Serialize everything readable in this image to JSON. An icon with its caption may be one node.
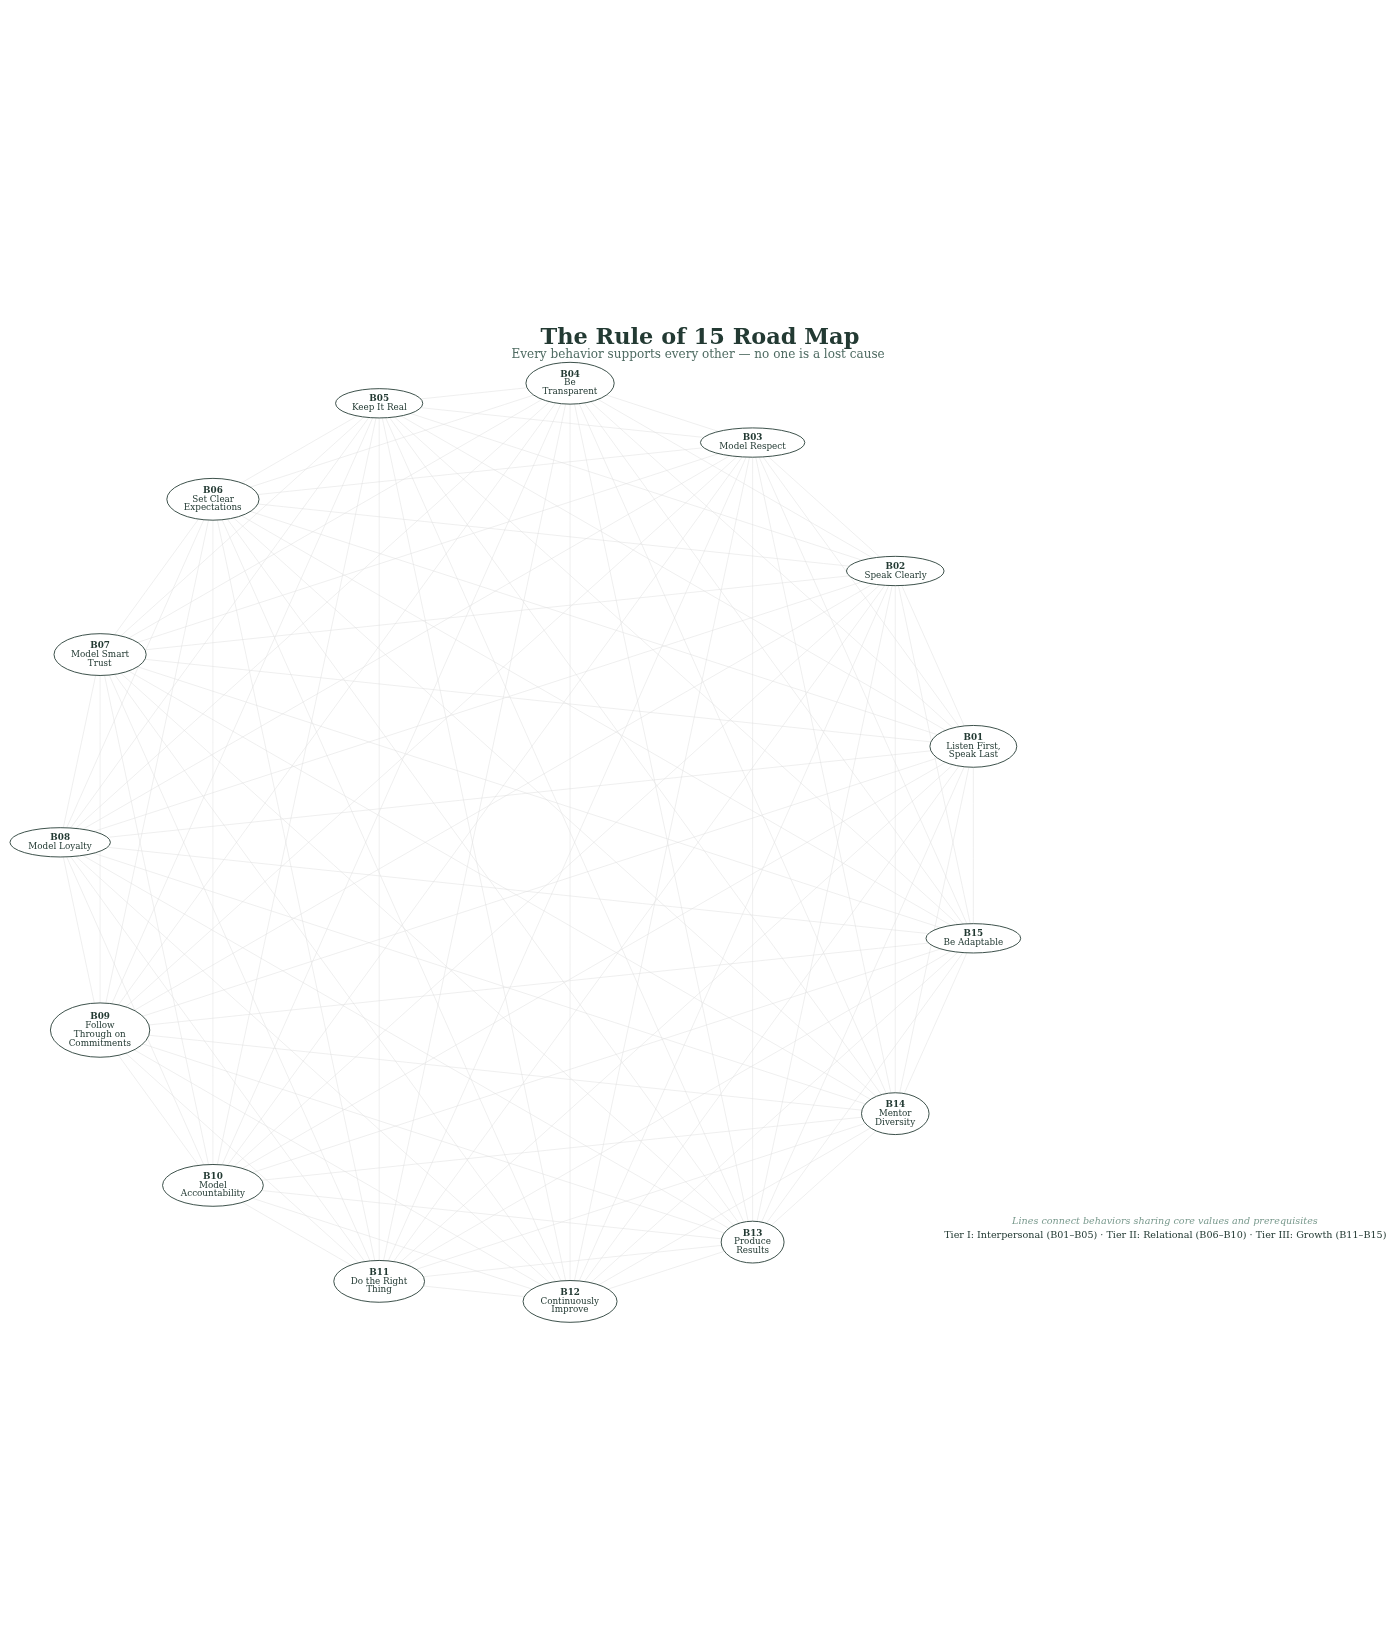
{
  "diagram": {
    "title": "The Rule of 15 Road Map",
    "caption": "Every behavior supports every other — no one is a lost cause",
    "nodes": [
      {
        "text": [
          "B01",
          "Listen First, Speak Last"
        ]
      },
      {
        "text": [
          "B02",
          "Speak Clearly"
        ]
      },
      {
        "text": [
          "B03",
          "Model Respect"
        ]
      },
      {
        "text": [
          "B04",
          "Be Transparent"
        ]
      },
      {
        "text": [
          "B05",
          "Keep It Real"
        ]
      },
      {
        "text": [
          "B06",
          "Set Clear Expectations"
        ]
      },
      {
        "text": [
          "B07",
          "Model Smart Trust"
        ]
      },
      {
        "text": [
          "B08",
          "Model Loyalty"
        ]
      },
      {
        "text": [
          "B09",
          "Follow Through on Commitments"
        ]
      },
      {
        "text": [
          "B10",
          "Model Accountability"
        ]
      },
      {
        "text": [
          "B11",
          "Do the Right Thing"
        ]
      },
      {
        "text": [
          "B12",
          "Continuously Improve"
        ]
      },
      {
        "text": [
          "B13",
          "Produce Results"
        ]
      },
      {
        "text": [
          "B14",
          "Mentor Diversity"
        ]
      },
      {
        "text": [
          "B15",
          "Be Adaptable"
        ]
      }
    ],
    "edges": [
      {
        "from": 0,
        "to": 1,
        "arrow": "none"
      },
      {
        "from": 0,
        "to": 2,
        "arrow": "none"
      },
      {
        "from": 0,
        "to": 3,
        "arrow": "none"
      },
      {
        "from": 0,
        "to": 4,
        "arrow": "none"
      },
      {
        "from": 0,
        "to": 5,
        "arrow": "none"
      },
      {
        "from": 0,
        "to": 6,
        "arrow": "none"
      },
      {
        "from": 0,
        "to": 7,
        "arrow": "none"
      },
      {
        "from": 0,
        "to": 8,
        "arrow": "none"
      },
      {
        "from": 0,
        "to": 9,
        "arrow": "none"
      },
      {
        "from": 0,
        "to": 10,
        "arrow": "none"
      },
      {
        "from": 0,
        "to": 11,
        "arrow": "none"
      },
      {
        "from": 0,
        "to": 12,
        "arrow": "none"
      },
      {
        "from": 0,
        "to": 13,
        "arrow": "none"
      },
      {
        "from": 0,
        "to": 14,
        "arrow": "none"
      },
      {
        "from": 1,
        "to": 2,
        "arrow": "none"
      },
      {
        "from": 1,
        "to": 3,
        "arrow": "none"
      },
      {
        "from": 1,
        "to": 4,
        "arrow": "none"
      },
      {
        "from": 1,
        "to": 5,
        "arrow": "none"
      },
      {
        "from": 1,
        "to": 6,
        "arrow": "none"
      },
      {
        "from": 1,
        "to": 7,
        "arrow": "none"
      },
      {
        "from": 1,
        "to": 8,
        "arrow": "none"
      },
      {
        "from": 1,
        "to": 9,
        "arrow": "none"
      },
      {
        "from": 1,
        "to": 10,
        "arrow": "none"
      },
      {
        "from": 1,
        "to": 11,
        "arrow": "none"
      },
      {
        "from": 1,
        "to": 12,
        "arrow": "none"
      },
      {
        "from": 1,
        "to": 13,
        "arrow": "none"
      },
      {
        "from": 1,
        "to": 14,
        "arrow": "none"
      },
      {
        "from": 2,
        "to": 3,
        "arrow": "none"
      },
      {
        "from": 2,
        "to": 4,
        "arrow": "none"
      },
      {
        "from": 2,
        "to": 5,
        "arrow": "none"
      },
      {
        "from": 2,
        "to": 6,
        "arrow": "none"
      },
      {
        "from": 2,
        "to": 7,
        "arrow": "none"
      },
      {
        "from": 2,
        "to": 8,
        "arrow": "none"
      },
      {
        "from": 2,
        "to": 9,
        "arrow": "none"
      },
      {
        "from": 2,
        "to": 10,
        "arrow": "none"
      },
      {
        "from": 2,
        "to": 11,
        "arrow": "none"
      },
      {
        "from": 2,
        "to": 12,
        "arrow": "none"
      },
      {
        "from": 2,
        "to": 13,
        "arrow": "none"
      },
      {
        "from": 2,
        "to": 14,
        "arrow": "none"
      },
      {
        "from": 3,
        "to": 4,
        "arrow": "none"
      },
      {
        "from": 3,
        "to": 5,
        "arrow": "none"
      },
      {
        "from": 3,
        "to": 6,
        "arrow": "none"
      },
      {
        "from": 3,
        "to": 7,
        "arrow": "none"
      },
      {
        "from": 3,
        "to": 8,
        "arrow": "none"
      },
      {
        "from": 3,
        "to": 9,
        "arrow": "none"
      },
      {
        "from": 3,
        "to": 10,
        "arrow": "none"
      },
      {
        "from": 3,
        "to": 11,
        "arrow": "none"
      },
      {
        "from": 3,
        "to": 12,
        "arrow": "none"
      },
      {
        "from": 3,
        "to": 13,
        "arrow": "none"
      },
      {
        "from": 3,
        "to": 14,
        "arrow": "none"
      },
      {
        "from": 4,
        "to": 5,
        "arrow": "none"
      },
      {
        "from": 4,
        "to": 6,
        "arrow": "none"
      },
      {
        "from": 4,
        "to": 7,
        "arrow": "none"
      },
      {
        "from": 4,
        "to": 8,
        "arrow": "none"
      },
      {
        "from": 4,
        "to": 9,
        "arrow": "none"
      },
      {
        "from": 4,
        "to": 10,
        "arrow": "none"
      },
      {
        "from": 4,
        "to": 11,
        "arrow": "none"
      },
      {
        "from": 4,
        "to": 12,
        "arrow": "none"
      },
      {
        "from": 4,
        "to": 13,
        "arrow": "none"
      },
      {
        "from": 4,
        "to": 14,
        "arrow": "none"
      },
      {
        "from": 5,
        "to": 6,
        "arrow": "none"
      },
      {
        "from": 5,
        "to": 7,
        "arrow": "none"
      },
      {
        "from": 5,
        "to": 8,
        "arrow": "none"
      },
      {
        "from": 5,
        "to": 9,
        "arrow": "none"
      },
      {
        "from": 5,
        "to": 10,
        "arrow": "none"
      },
      {
        "from": 5,
        "to": 11,
        "arrow": "none"
      },
      {
        "from": 5,
        "to": 12,
        "arrow": "none"
      },
      {
        "from": 5,
        "to": 13,
        "arrow": "none"
      },
      {
        "from": 5,
        "to": 14,
        "arrow": "none"
      },
      {
        "from": 6,
        "to": 7,
        "arrow": "none"
      },
      {
        "from": 6,
        "to": 8,
        "arrow": "none"
      },
      {
        "from": 6,
        "to": 9,
        "arrow": "none"
      },
      {
        "from": 6,
        "to": 10,
        "arrow": "none"
      },
      {
        "from": 6,
        "to": 11,
        "arrow": "none"
      },
      {
        "from": 6,
        "to": 12,
        "arrow": "none"
      },
      {
        "from": 6,
        "to": 13,
        "arrow": "none"
      },
      {
        "from": 6,
        "to": 14,
        "arrow": "none"
      },
      {
        "from": 7,
        "to": 8,
        "arrow": "none"
      },
      {
        "from": 7,
        "to": 9,
        "arrow": "none"
      },
      {
        "from": 7,
        "to": 10,
        "arrow": "none"
      },
      {
        "from": 7,
        "to": 11,
        "arrow": "none"
      },
      {
        "from": 7,
        "to": 12,
        "arrow": "none"
      },
      {
        "from": 7,
        "to": 13,
        "arrow": "none"
      },
      {
        "from": 7,
        "to": 14,
        "arrow": "none"
      },
      {
        "from": 8,
        "to": 9,
        "arrow": "none"
      },
      {
        "from": 8,
        "to": 10,
        "arrow": "none"
      },
      {
        "from": 8,
        "to": 11,
        "arrow": "none"
      },
      {
        "from": 8,
        "to": 12,
        "arrow": "none"
      },
      {
        "from": 8,
        "to": 13,
        "arrow": "none"
      },
      {
        "from": 8,
        "to": 14,
        "arrow": "none"
      },
      {
        "from": 9,
        "to": 10,
        "arrow": "none"
      },
      {
        "from": 9,
        "to": 11,
        "arrow": "none"
      },
      {
        "from": 9,
        "to": 12,
        "arrow": "none"
      },
      {
        "from": 9,
        "to": 13,
        "arrow": "none"
      },
      {
        "from": 9,
        "to": 14,
        "arrow": "none"
      },
      {
        "from": 10,
        "to": 11,
        "arrow": "none"
      },
      {
        "from": 10,
        "to": 12,
        "arrow": "none"
      },
      {
        "from": 10,
        "to": 13,
        "arrow": "none"
      },
      {
        "from": 10,
        "to": 14,
        "arrow": "none"
      },
      {
        "from": 11,
        "to": 12,
        "arrow": "none"
      },
      {
        "from": 11,
        "to": 13,
        "arrow": "none"
      },
      {
        "from": 11,
        "to": 14,
        "arrow": "none"
      },
      {
        "from": 12,
        "to": 13,
        "arrow": "none"
      },
      {
        "from": 12,
        "to": 14,
        "arrow": "none"
      },
      {
        "from": 13,
        "to": 14,
        "arrow": "none"
      }
    ],
    "labels": [
      "Lines connect behaviors sharing core values and prerequisites",
      "Tier I: Interpersonal (B01–B05) · Tier II: Relational (B06–B10) · Tier III: Growth (B11–B15)"
    ]
  }
}
